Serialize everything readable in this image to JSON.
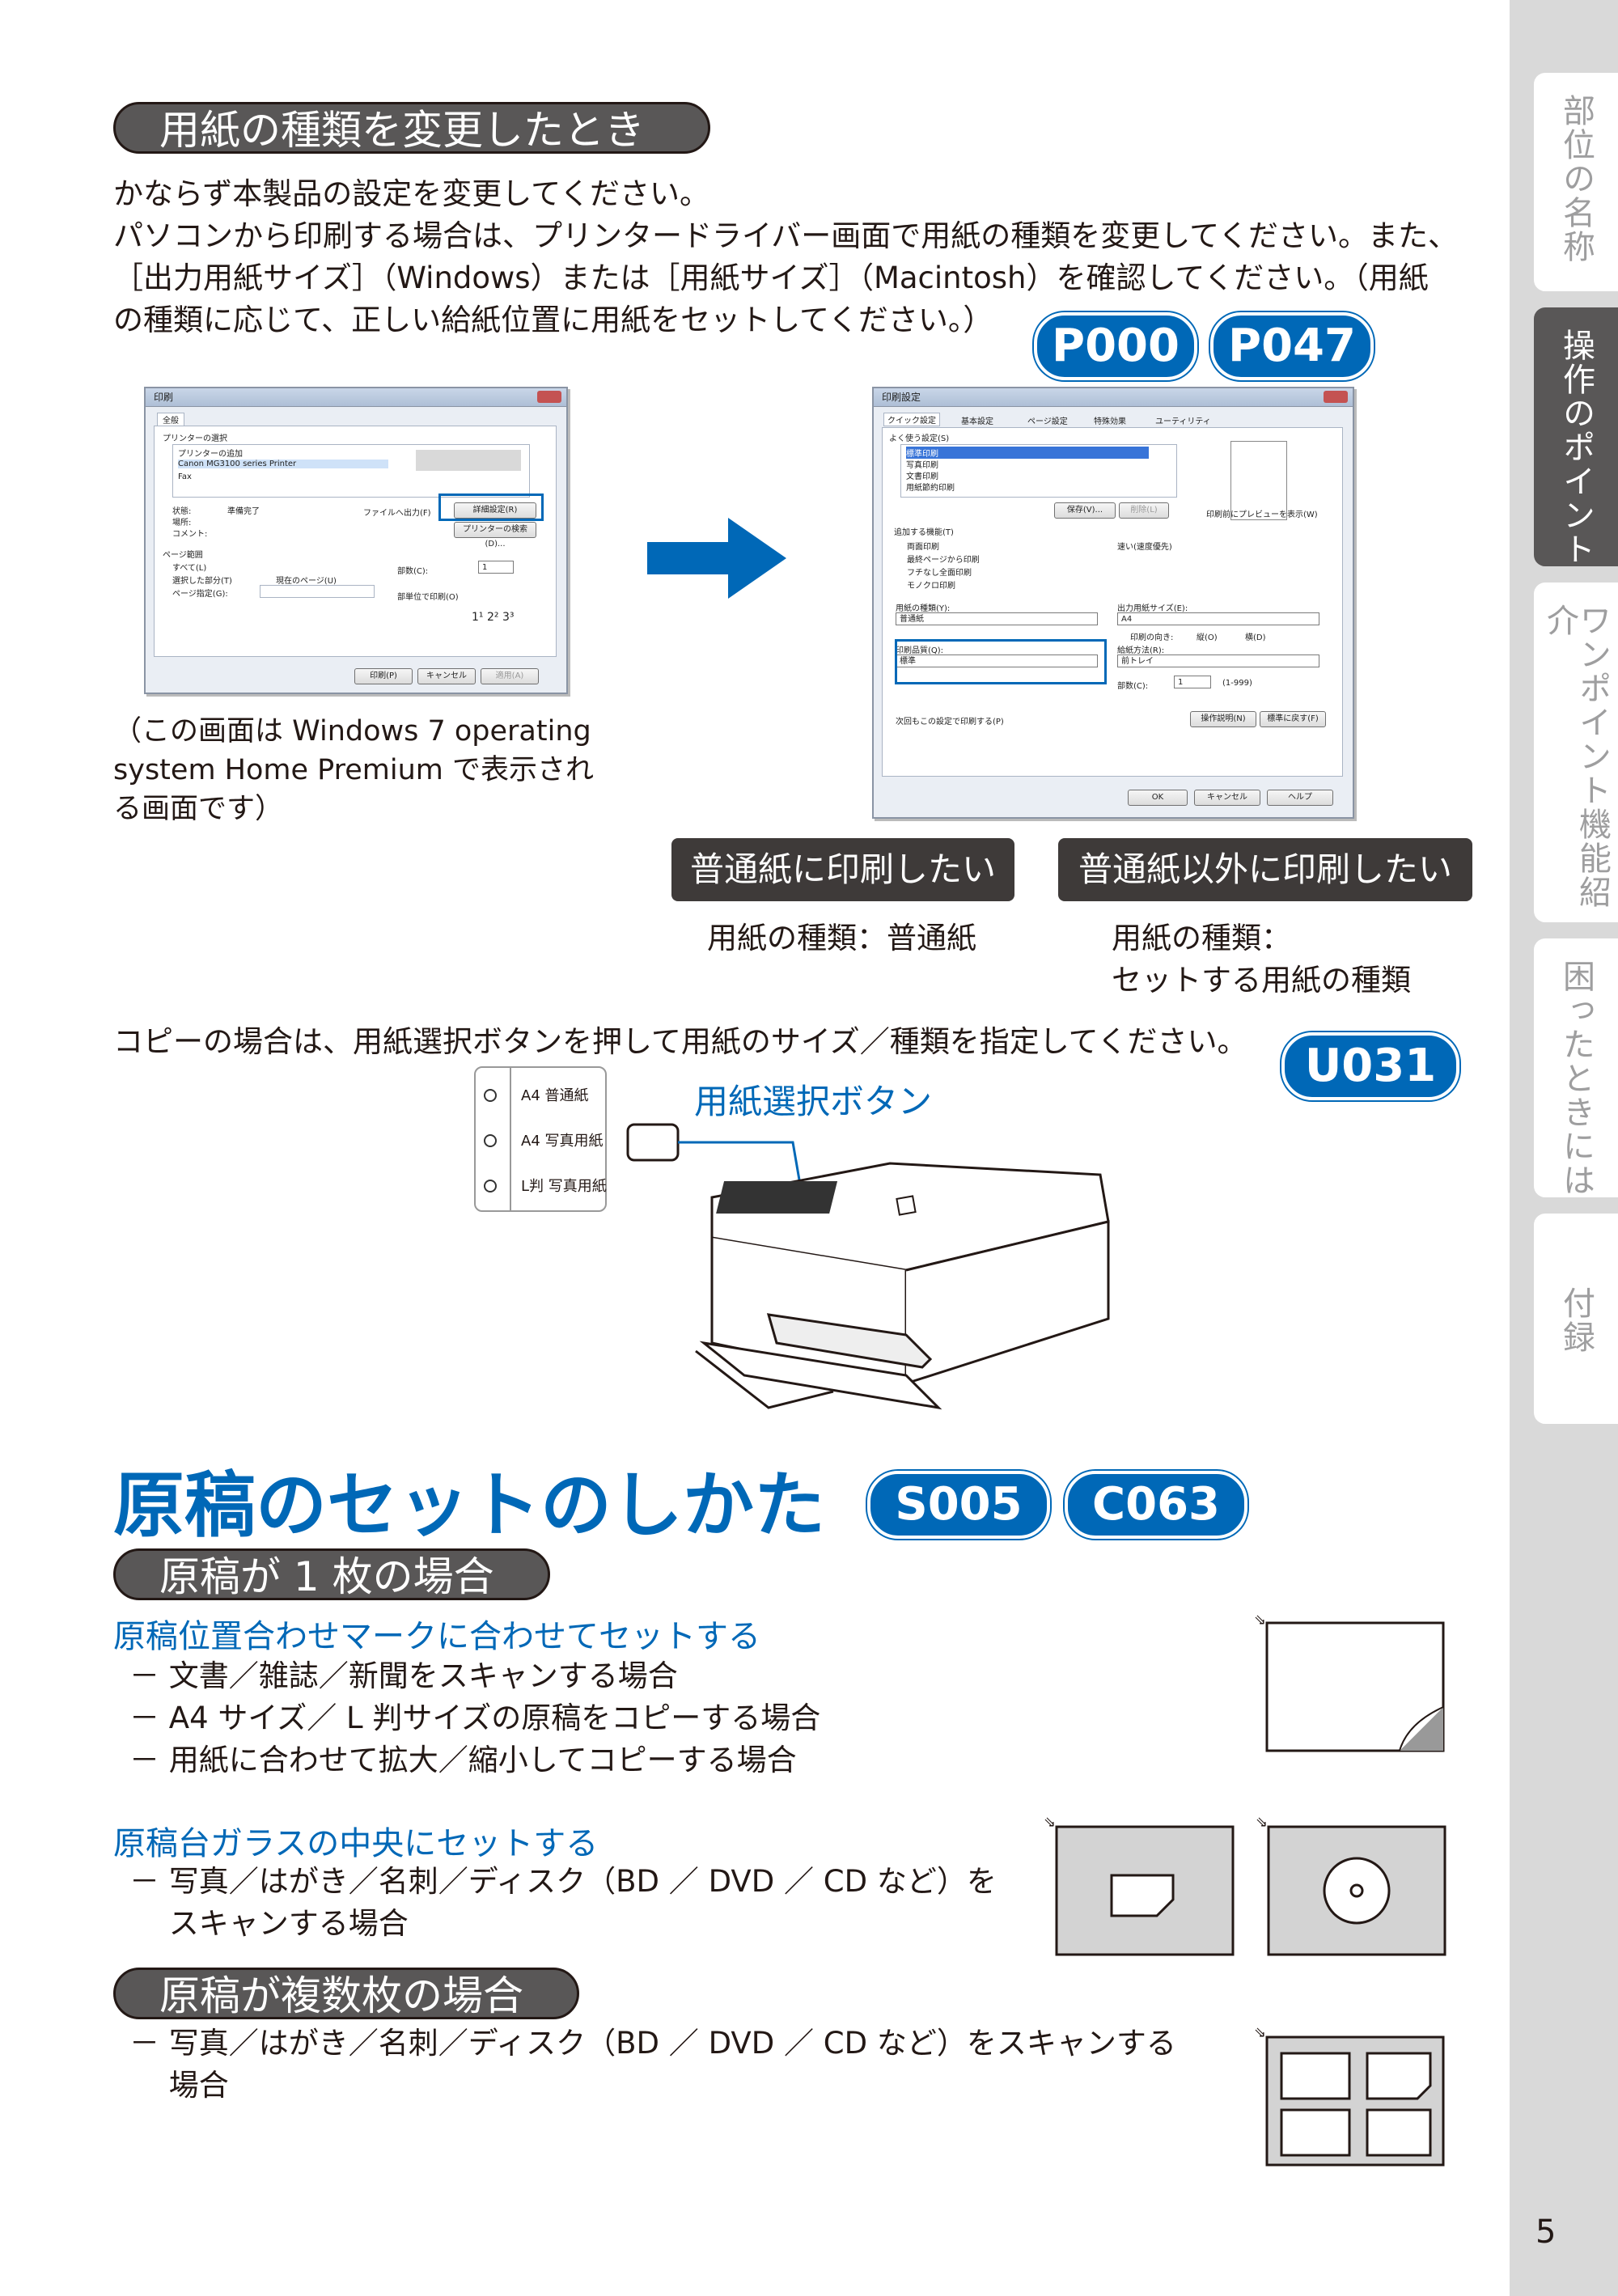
{
  "sidebar": {
    "tabs": [
      {
        "label": "部位の名称",
        "active": false
      },
      {
        "label": "操作のポイント",
        "active": true
      },
      {
        "label": "ワンポイント機能紹介",
        "active": false
      },
      {
        "label": "困ったときには",
        "active": false
      },
      {
        "label": "付録",
        "active": false
      }
    ],
    "page_number": "5"
  },
  "section1": {
    "title": "用紙の種類を変更したとき",
    "para_lines": [
      "かならず本製品の設定を変更してください。",
      "パソコンから印刷する場合は、プリンタードライバー画面で用紙の種類を変更してください。また、",
      "［出力用紙サイズ］（Windows）または［用紙サイズ］（Macintosh）を確認してください。（用紙",
      "の種類に応じて、正しい給紙位置に用紙をセットしてください。）"
    ],
    "badges": [
      "P000",
      "P047"
    ],
    "caption_lines": [
      "（この画面は Windows 7 operating",
      "system Home Premium で表示され",
      "る画面です）"
    ],
    "option_plain": {
      "label": "普通紙に印刷したい",
      "desc": "用紙の種類：普通紙"
    },
    "option_other": {
      "label": "普通紙以外に印刷したい",
      "desc_lines": [
        "用紙の種類：",
        "セットする用紙の種類"
      ]
    },
    "copy_para": "コピーの場合は、用紙選択ボタンを押して用紙のサイズ／種類を指定してください。",
    "copy_badge": "U031",
    "paper_button_label": "用紙選択ボタン",
    "paper_options": [
      "A4 普通紙",
      "A4 写真用紙",
      "L判 写真用紙"
    ]
  },
  "dialog1": {
    "title": "印刷",
    "tab": "全般",
    "group_printer": "プリンターの選択",
    "printers": [
      "プリンターの追加",
      "Canon MG3100 series Printer",
      "Fax"
    ],
    "status_label": "状態:",
    "status_value": "準備完了",
    "location_label": "場所:",
    "comment_label": "コメント:",
    "print_to_file": "ファイルへ出力(F)",
    "details_button": "詳細設定(R)",
    "find_printer_button": "プリンターの検索(D)...",
    "group_range": "ページ範囲",
    "range_all": "すべて(L)",
    "range_selection": "選択した部分(T)",
    "range_current": "現在のページ(U)",
    "range_pages": "ページ指定(G):",
    "copies_label": "部数(C):",
    "copies_value": "1",
    "collate": "部単位で印刷(O)",
    "btn_print": "印刷(P)",
    "btn_cancel": "キャンセル",
    "btn_apply": "適用(A)"
  },
  "dialog2": {
    "title": "印刷設定",
    "tabs": [
      "クイック設定",
      "基本設定",
      "ページ設定",
      "特殊効果",
      "ユーティリティ"
    ],
    "common_label": "よく使う設定(S)",
    "common_items": [
      "標準印刷",
      "写真印刷",
      "文書印刷",
      "用紙節約印刷"
    ],
    "save_button": "保存(V)...",
    "delete_button": "削除(L)",
    "preview_check": "印刷前にプレビューを表示(W)",
    "extra_label": "追加する機能(T)",
    "extra_items": [
      "両面印刷",
      "最終ページから印刷",
      "フチなし全面印刷",
      "モノクロ印刷"
    ],
    "fast_check": "速い(速度優先)",
    "media_label": "用紙の種類(Y):",
    "media_value": "普通紙",
    "out_size_label": "出力用紙サイズ(E):",
    "out_size_value": "A4",
    "orientation_label": "印刷の向き:",
    "orientation_portrait": "縦(O)",
    "orientation_landscape": "横(D)",
    "quality_label": "印刷品質(Q):",
    "quality_value": "標準",
    "source_label": "給紙方法(R):",
    "source_value": "前トレイ",
    "copies_label": "部数(C):",
    "copies_value": "1",
    "copies_range": "(1-999)",
    "always_check": "次回もこの設定で印刷する(P)",
    "help_button": "操作説明(N)",
    "default_button": "標準に戻す(F)",
    "ok_button": "OK",
    "cancel_button": "キャンセル",
    "helpbtn": "ヘルプ"
  },
  "section2": {
    "title_blue": "原稿",
    "title_rest": "のセットのしかた",
    "badges": [
      "S005",
      "C063"
    ],
    "sub1": "原稿が 1 枚の場合",
    "head_a": "原稿位置合わせマークに合わせてセットする",
    "items_a": [
      "－ 文書／雑誌／新聞をスキャンする場合",
      "－ A4 サイズ／ L 判サイズの原稿をコピーする場合",
      "－ 用紙に合わせて拡大／縮小してコピーする場合"
    ],
    "head_b": "原稿台ガラスの中央にセットする",
    "items_b": [
      "－ 写真／はがき／名刺／ディスク（BD ／ DVD ／ CD など）を",
      "　 スキャンする場合"
    ],
    "sub2": "原稿が複数枚の場合",
    "items_c": [
      "－ 写真／はがき／名刺／ディスク（BD ／ DVD ／ CD など）をスキャンする",
      "　 場合"
    ]
  }
}
